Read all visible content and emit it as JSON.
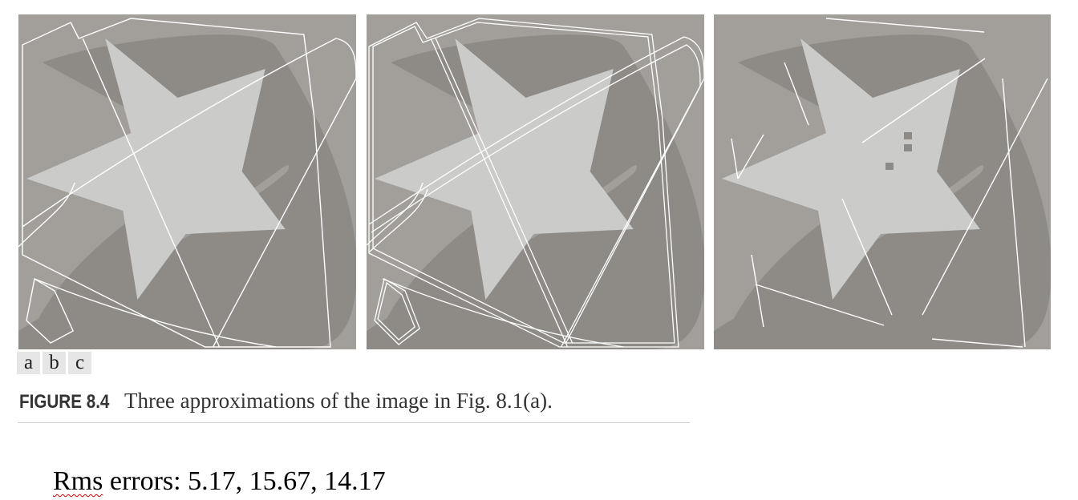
{
  "figure": {
    "panel_labels": [
      "a",
      "b",
      "c"
    ],
    "caption_label": "FIGURE 8.4",
    "caption_text": "Three approximations of the image in Fig. 8.1(a).",
    "colors": {
      "background": "#a29f9b",
      "shadow": "#8e8b87",
      "star": "#cbcbca",
      "lines": "#ffffff"
    }
  },
  "note": {
    "rms_word": "Rms",
    "rms_rest": " errors: 5.17, 15.67, 14.17"
  }
}
